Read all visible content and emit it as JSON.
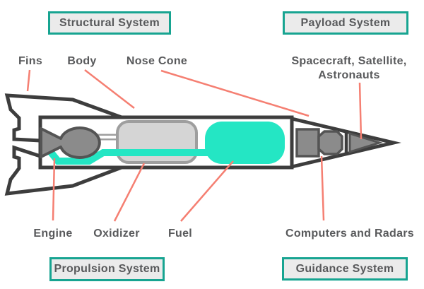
{
  "system_boxes": {
    "structural": "Structural System",
    "payload": "Payload System",
    "propulsion": "Propulsion System",
    "guidance": "Guidance System"
  },
  "part_labels": {
    "fins": "Fins",
    "body": "Body",
    "nose_cone": "Nose Cone",
    "payload_items_line1": "Spacecraft, Satellite,",
    "payload_items_line2": "Astronauts",
    "engine": "Engine",
    "oxidizer": "Oxidizer",
    "fuel": "Fuel",
    "computers": "Computers and Radars"
  },
  "colors": {
    "box_border_teal": "#17a491",
    "box_fill_gray": "#ebebeb",
    "text_gray": "#58595b",
    "leader_line_salmon": "#f57f72",
    "outline_dark": "#3d3d3d",
    "component_gray": "#8b8b8b",
    "component_stroke_gray": "#545454",
    "tank_light_gray": "#d5d5d5",
    "tank_border_gray": "#9e9e9e",
    "fuel_teal": "#24e6c4"
  }
}
